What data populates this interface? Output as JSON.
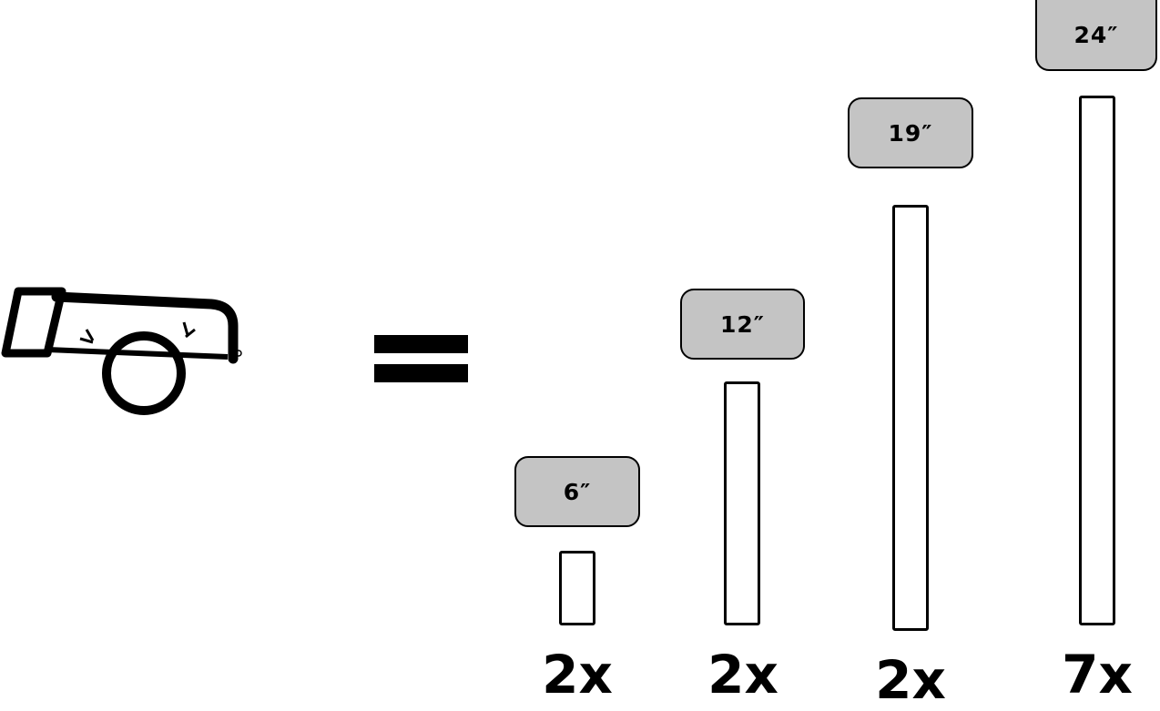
{
  "equation": {
    "tool_icon": "hacksaw-icon",
    "operator_icon": "equals-icon"
  },
  "pieces": [
    {
      "length": "6″",
      "quantity": "2x"
    },
    {
      "length": "12″",
      "quantity": "2x"
    },
    {
      "length": "19″",
      "quantity": "2x"
    },
    {
      "length": "24″",
      "quantity": "7x"
    }
  ],
  "colors": {
    "label_fill": "#c4c4c4",
    "stroke": "#000000",
    "piece_fill": "#ffffff"
  }
}
